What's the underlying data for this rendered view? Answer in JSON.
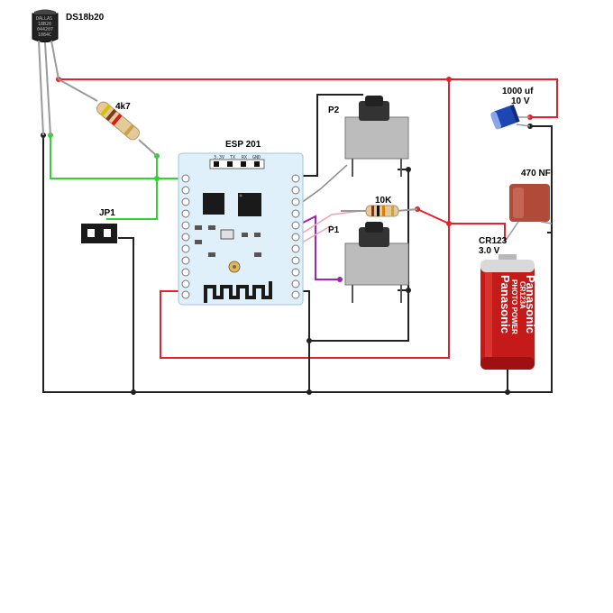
{
  "labels": {
    "sensor": "DS18b20",
    "sensor_marking": [
      "DALLAS",
      "18B20",
      "044207",
      "1084C"
    ],
    "pullup_resistor": "4k7",
    "module": "ESP 201",
    "module_pins": [
      "3.3V",
      "TX",
      "RX",
      "GND"
    ],
    "jumper": "JP1",
    "button_top": "P2",
    "button_bottom": "P1",
    "resistor_10k": "10K",
    "capacitor_electrolytic": [
      "1000 uf",
      "10 V"
    ],
    "capacitor_film": "470 NF",
    "battery": [
      "CR123",
      "3.0 V"
    ],
    "battery_brand": "Panasonic",
    "battery_type": "PHOTO POWER",
    "battery_model": "CR123A"
  },
  "colors": {
    "power_wire": "#e8202a",
    "ground_wire": "#222222",
    "data_wire": "#2ed52e",
    "button_wire": "#a020c0",
    "signal_wire": "#888888",
    "module_board": "#dff0fb",
    "battery_body": "#c41a1a"
  }
}
